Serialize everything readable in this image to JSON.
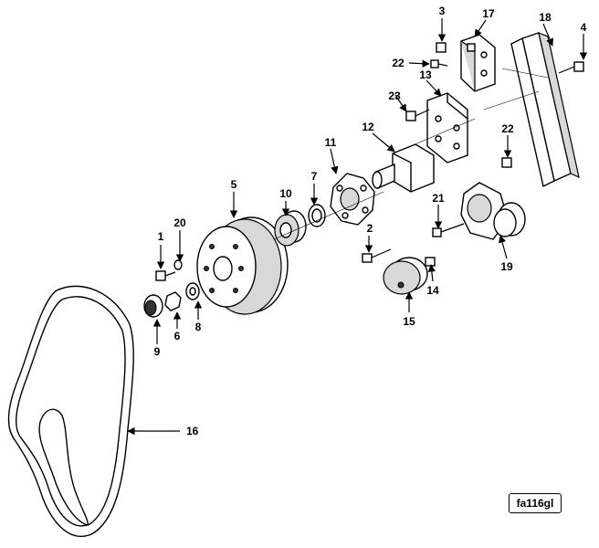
{
  "figure_code": "fa116gl",
  "callouts": [
    {
      "id": "c1",
      "label": "1"
    },
    {
      "id": "c2",
      "label": "2"
    },
    {
      "id": "c3",
      "label": "3"
    },
    {
      "id": "c4",
      "label": "4"
    },
    {
      "id": "c5",
      "label": "5"
    },
    {
      "id": "c6",
      "label": "6"
    },
    {
      "id": "c7",
      "label": "7"
    },
    {
      "id": "c8",
      "label": "8"
    },
    {
      "id": "c9",
      "label": "9"
    },
    {
      "id": "c10",
      "label": "10"
    },
    {
      "id": "c11",
      "label": "11"
    },
    {
      "id": "c12",
      "label": "12"
    },
    {
      "id": "c13",
      "label": "13"
    },
    {
      "id": "c14",
      "label": "14"
    },
    {
      "id": "c15",
      "label": "15"
    },
    {
      "id": "c16",
      "label": "16"
    },
    {
      "id": "c17",
      "label": "17"
    },
    {
      "id": "c18",
      "label": "18"
    },
    {
      "id": "c19",
      "label": "19"
    },
    {
      "id": "c20",
      "label": "20"
    },
    {
      "id": "c21",
      "label": "21"
    },
    {
      "id": "c22a",
      "label": "22"
    },
    {
      "id": "c22b",
      "label": "22"
    },
    {
      "id": "c23",
      "label": "23"
    }
  ]
}
